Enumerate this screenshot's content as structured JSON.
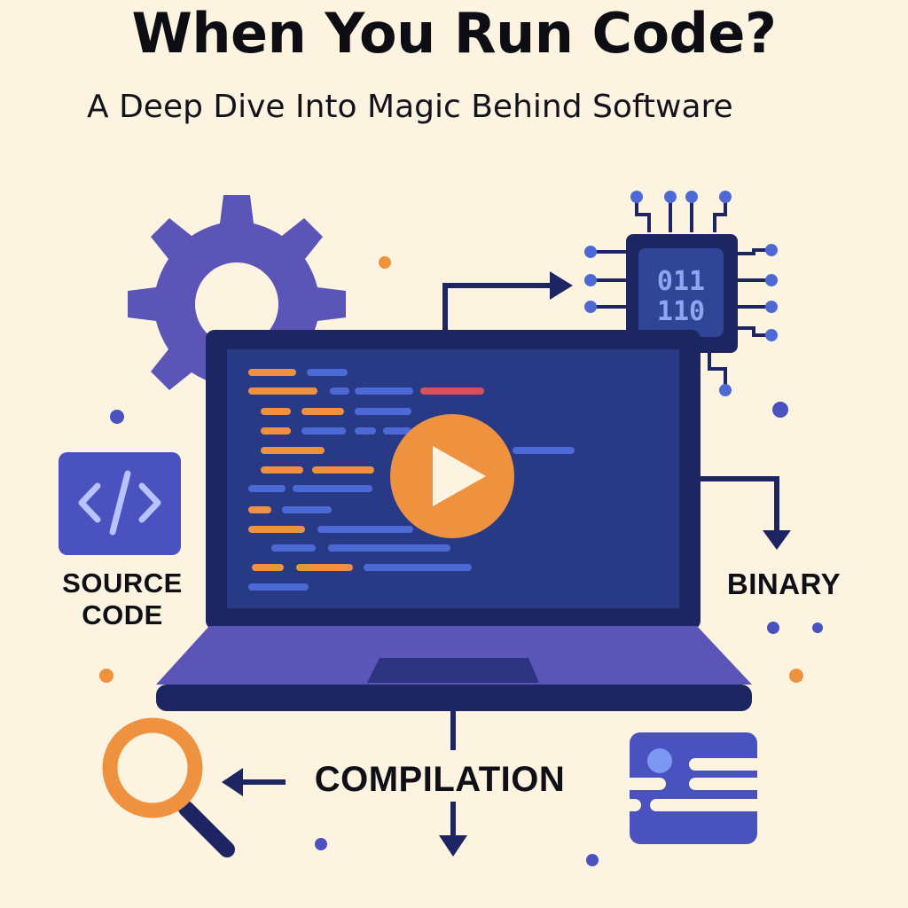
{
  "header": {
    "title": "When You Run Code?",
    "subtitle": "A Deep Dive Into Magic Behind Software"
  },
  "chip": {
    "line1": "011",
    "line2": "110"
  },
  "labels": {
    "source_code_line1": "SOURCE",
    "source_code_line2": "CODE",
    "binary": "BINARY",
    "compilation": "COMPILATION"
  },
  "colors": {
    "background": "#fdf3e1",
    "indigo": "#5b55b8",
    "navy": "#1e2563",
    "screen": "#283a86",
    "orange": "#ef9240",
    "blue": "#4c69d6",
    "text": "#0d0d14"
  },
  "icons": {
    "gear": "gear-icon",
    "chip": "binary-chip-icon",
    "source": "code-brackets-icon",
    "play": "play-icon",
    "search": "magnifier-icon",
    "data": "data-card-icon"
  }
}
